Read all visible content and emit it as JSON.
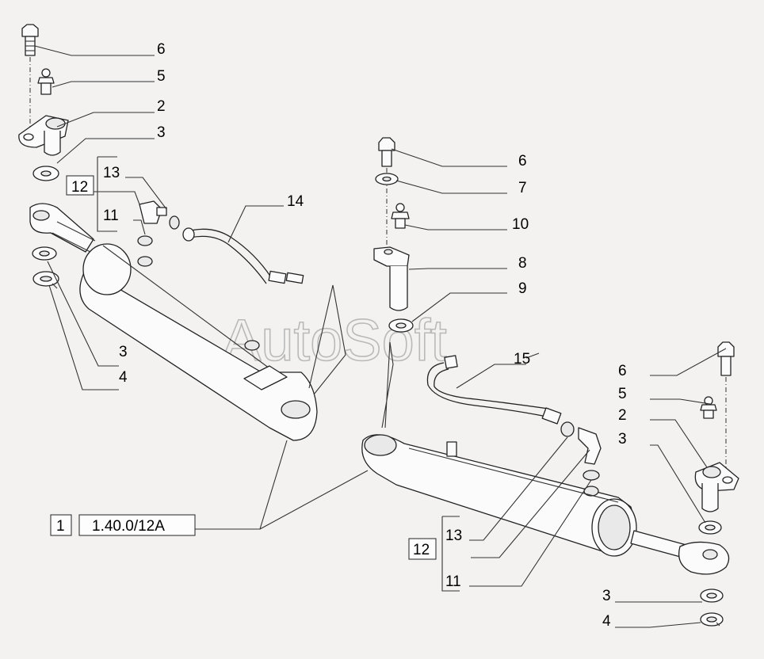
{
  "watermark": "AutoSoft",
  "reference": {
    "index": "1",
    "code": "1.40.0/12A"
  },
  "left_group": {
    "labels": {
      "p6": "6",
      "p5": "5",
      "p2": "2",
      "p3": "3",
      "p13": "13",
      "p12": "12",
      "p11": "11",
      "p14": "14",
      "p3b": "3",
      "p4": "4"
    }
  },
  "right_group": {
    "labels": {
      "p6": "6",
      "p7": "7",
      "p10": "10",
      "p8": "8",
      "p9": "9",
      "p15": "15",
      "p6b": "6",
      "p5": "5",
      "p2": "2",
      "p3": "3",
      "p13": "13",
      "p12": "12",
      "p11": "11",
      "p3b": "3",
      "p4": "4"
    }
  }
}
